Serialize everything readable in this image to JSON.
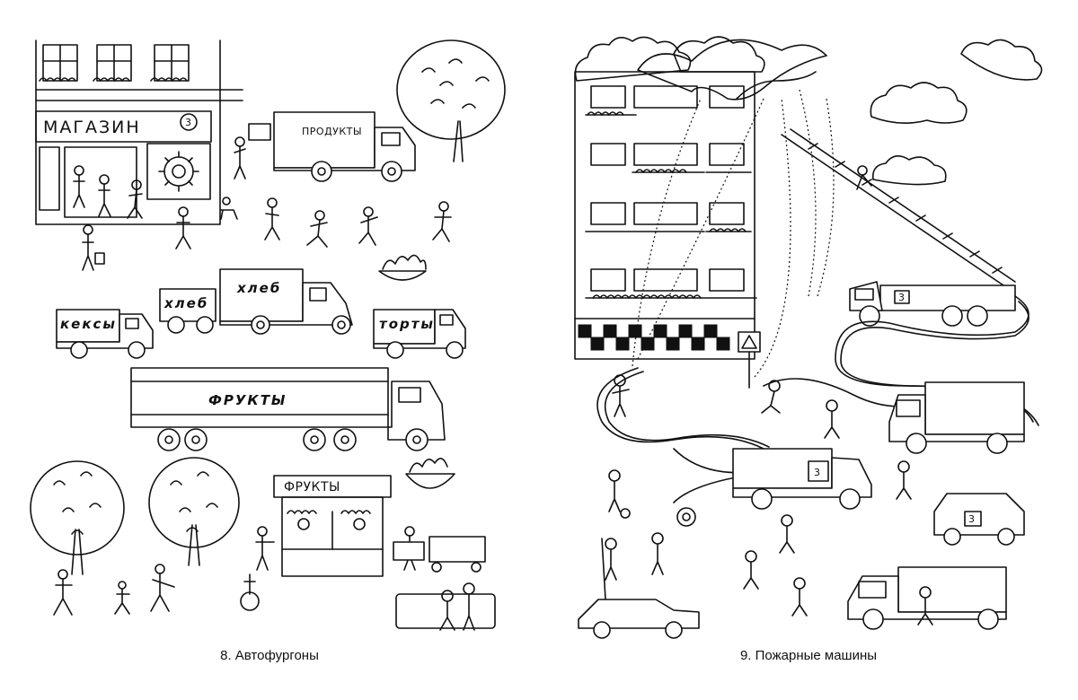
{
  "left_page": {
    "caption": "8. Автофургоны",
    "shop_sign": "МАГАЗИН",
    "shop_number": "3",
    "truck_products": "ПРОДУКТЫ",
    "truck_bread": "хлеб",
    "van_cupcakes": "кексы",
    "van_bread": "хлеб",
    "van_cakes": "торты",
    "trailer_fruits": "ФРУКТЫ",
    "kiosk_sign": "ФРУКТЫ"
  },
  "right_page": {
    "caption": "9. Пожарные машины",
    "truck_number": "3"
  },
  "colors": {
    "ink": "#111111",
    "paper": "#ffffff"
  }
}
